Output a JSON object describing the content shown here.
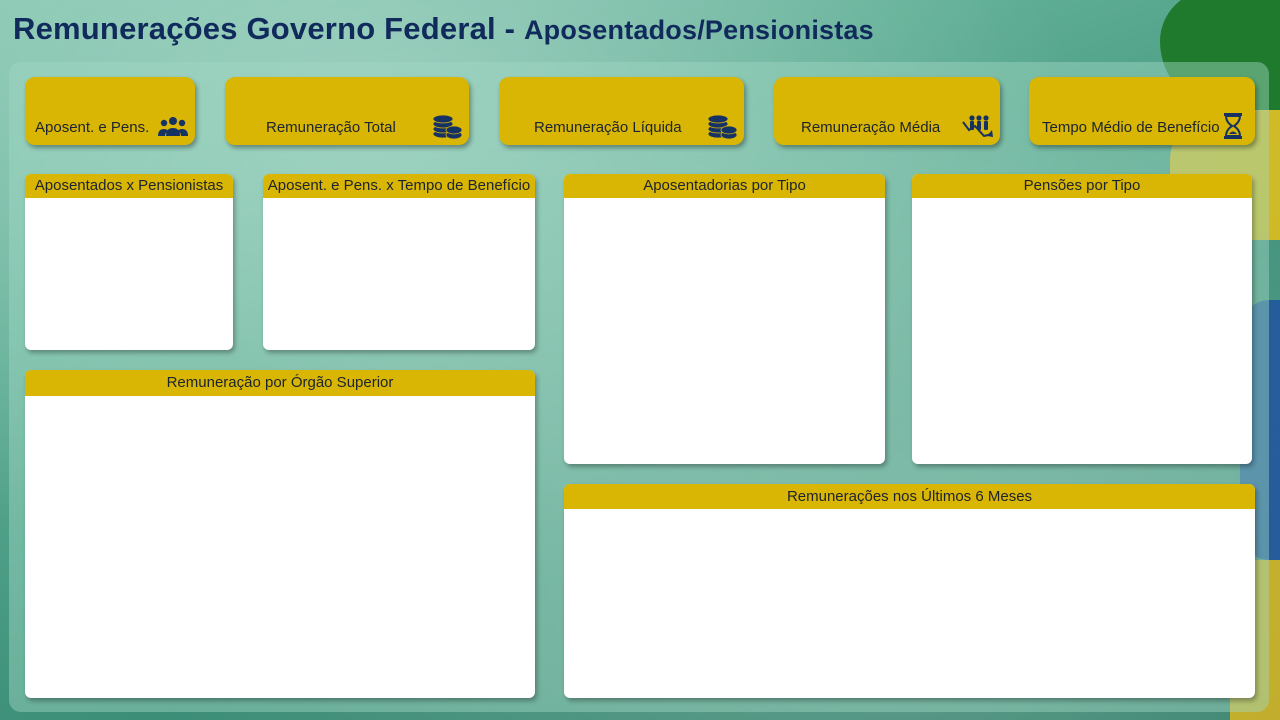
{
  "header": {
    "title_main": "Remunerações Governo Federal - ",
    "title_sub": "Aposentados/Pensionistas"
  },
  "kpi_cards": [
    {
      "label": "Aposent. e Pens.",
      "icon": "people-group-icon"
    },
    {
      "label": "Remuneração Total",
      "icon": "coins-stack-icon"
    },
    {
      "label": "Remuneração Líquida",
      "icon": "coins-stack-icon"
    },
    {
      "label": "Remuneração Média",
      "icon": "team-growth-icon"
    },
    {
      "label": "Tempo Médio de Benefício",
      "icon": "hourglass-icon"
    }
  ],
  "charts": {
    "aposentados_x_pensionistas": "Aposentados x Pensionistas",
    "tempo_beneficio": "Aposent. e Pens. x Tempo de Benefício",
    "aposentadorias_por_tipo": "Aposentadorias por Tipo",
    "pensoes_por_tipo": "Pensões por Tipo",
    "remuneracao_orgao": "Remuneração por Órgão Superior",
    "ultimos_6_meses": "Remunerações nos Últimos 6 Meses"
  },
  "colors": {
    "accent": "#d9b504",
    "title": "#112a5c",
    "icon": "#163263"
  }
}
